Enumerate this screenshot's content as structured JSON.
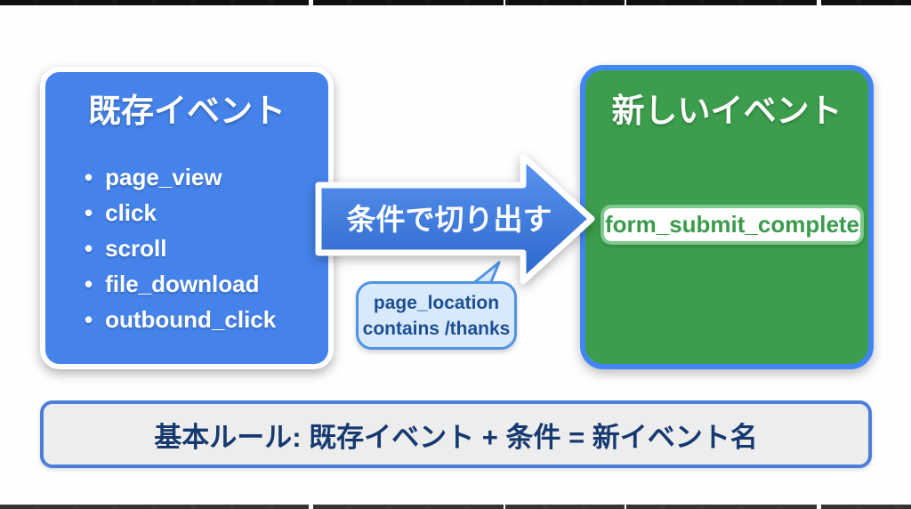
{
  "colors": {
    "box-blue": "#4583ea",
    "border-blue": "#4285f4",
    "box-green": "#3c9e4d",
    "arrow-top": "#5a95f0",
    "arrow-bottom": "#2b66cb",
    "bubble-fill": "#d8e9fc",
    "bubble-border": "#4f94e3",
    "bubble-text": "#1c4f93",
    "pill-border": "#7fca8c",
    "pill-text": "#3a9b4b",
    "footer-fill": "#ededed",
    "footer-border": "#4c80d8",
    "footer-text": "#163a70"
  },
  "left_box": {
    "title": "既存イベント",
    "items": [
      "page_view",
      "click",
      "scroll",
      "file_download",
      "outbound_click"
    ]
  },
  "arrow": {
    "label": "条件で切り出す"
  },
  "condition_bubble": {
    "line1": "page_location",
    "line2": "contains /thanks"
  },
  "right_box": {
    "title": "新しいイベント",
    "event_name": "form_submit_complete"
  },
  "footer": {
    "rule": "基本ルール: 既存イベント + 条件 = 新イベント名"
  }
}
